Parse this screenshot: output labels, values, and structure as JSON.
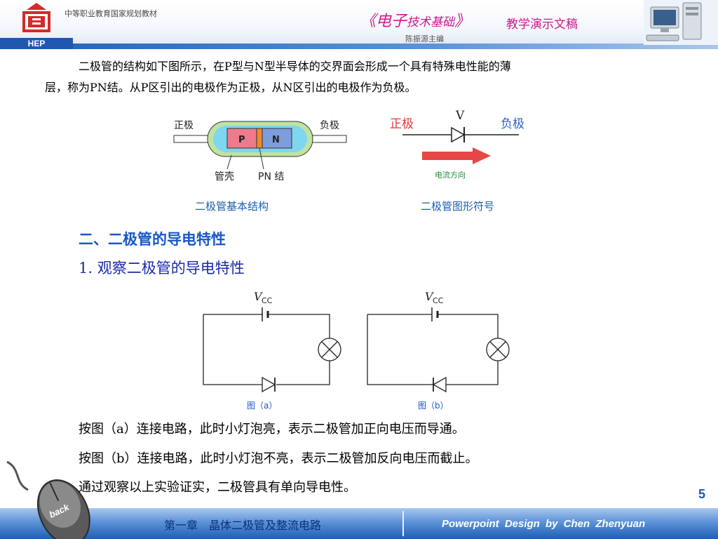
{
  "header": {
    "series": "中等职业教育国家规划教材",
    "hep": "HEP",
    "title_main": "《电子",
    "title_small": "技术基础",
    "title_end": "》",
    "subtitle": "教学演示文稿",
    "editor": "陈振源主编",
    "icons": [
      "publisher-logo-icon",
      "desktop-computer-icon"
    ]
  },
  "intro": {
    "line1": "二极管的结构如下图所示，在P型与N型半导体的交界面会形成一个具有特殊电性能的薄",
    "line2": "层，称为PN结。从P区引出的电极作为正极，从N区引出的电极作为负极。"
  },
  "structure_diagram": {
    "positive": "正极",
    "negative": "负极",
    "p": "P",
    "n": "N",
    "shell": "管壳",
    "junction": "PN 结",
    "caption": "二极管基本结构"
  },
  "symbol_diagram": {
    "v": "V",
    "positive": "正极",
    "negative": "负极",
    "current": "电流方向",
    "caption": "二极管图形符号"
  },
  "section": {
    "h2": "二、二极管的导电特性",
    "h3": "1. 观察二极管的导电特性"
  },
  "circuits": {
    "vcc_v": "V",
    "vcc_sub": "CC",
    "cap_a": "图（a）",
    "cap_b": "图（b）"
  },
  "body": {
    "line1": "按图（a）连接电路，此时小灯泡亮，表示二极管加正向电压而导通。",
    "line2": "按图（b）连接电路，此时小灯泡不亮，表示二极管加反向电压而截止。",
    "line3": "通过观察以上实验证实，二极管具有单向导电性。"
  },
  "page_number": "5",
  "back_button": "back",
  "footer": {
    "chapter": "第一章　晶体二极管及整流电路",
    "credit": "Powerpoint Design by Chen Zhenyuan"
  },
  "colors": {
    "accent_blue": "#1f58ad",
    "title_pink": "#cc1a8c",
    "heading_blue": "#1a57c6"
  }
}
